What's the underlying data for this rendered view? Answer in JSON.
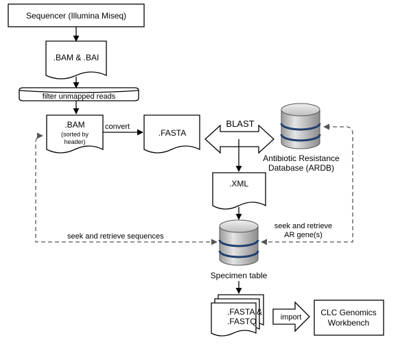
{
  "nodes": {
    "sequencer": "Sequencer (Illumina Miseq)",
    "bam_bai": ".BAM & .BAI",
    "filter": "filter unmapped reads",
    "bam_sorted_title": ".BAM",
    "bam_sorted_line1": "(sorted by",
    "bam_sorted_line2": "header)",
    "fasta": ".FASTA",
    "blast": "BLAST",
    "ardb_line1": "Antibiotic Resistance",
    "ardb_line2": "Database (ARDB)",
    "xml": ".XML",
    "specimen": "Specimen table",
    "fasta_fastq_line1": ".FASTA &",
    "fasta_fastq_line2": ".FASTQ",
    "clc_line1": "CLC Genomics",
    "clc_line2": "Workbench"
  },
  "edges": {
    "convert": "convert",
    "seek_sequences": "seek and retrieve sequences",
    "seek_genes_line1": "seek and retrieve",
    "seek_genes_line2": "AR gene(s)",
    "import": "import"
  },
  "colors": {
    "db_body": "#c4c4c4",
    "db_band": "#1f3f6e",
    "dashed_line": "#555555"
  }
}
